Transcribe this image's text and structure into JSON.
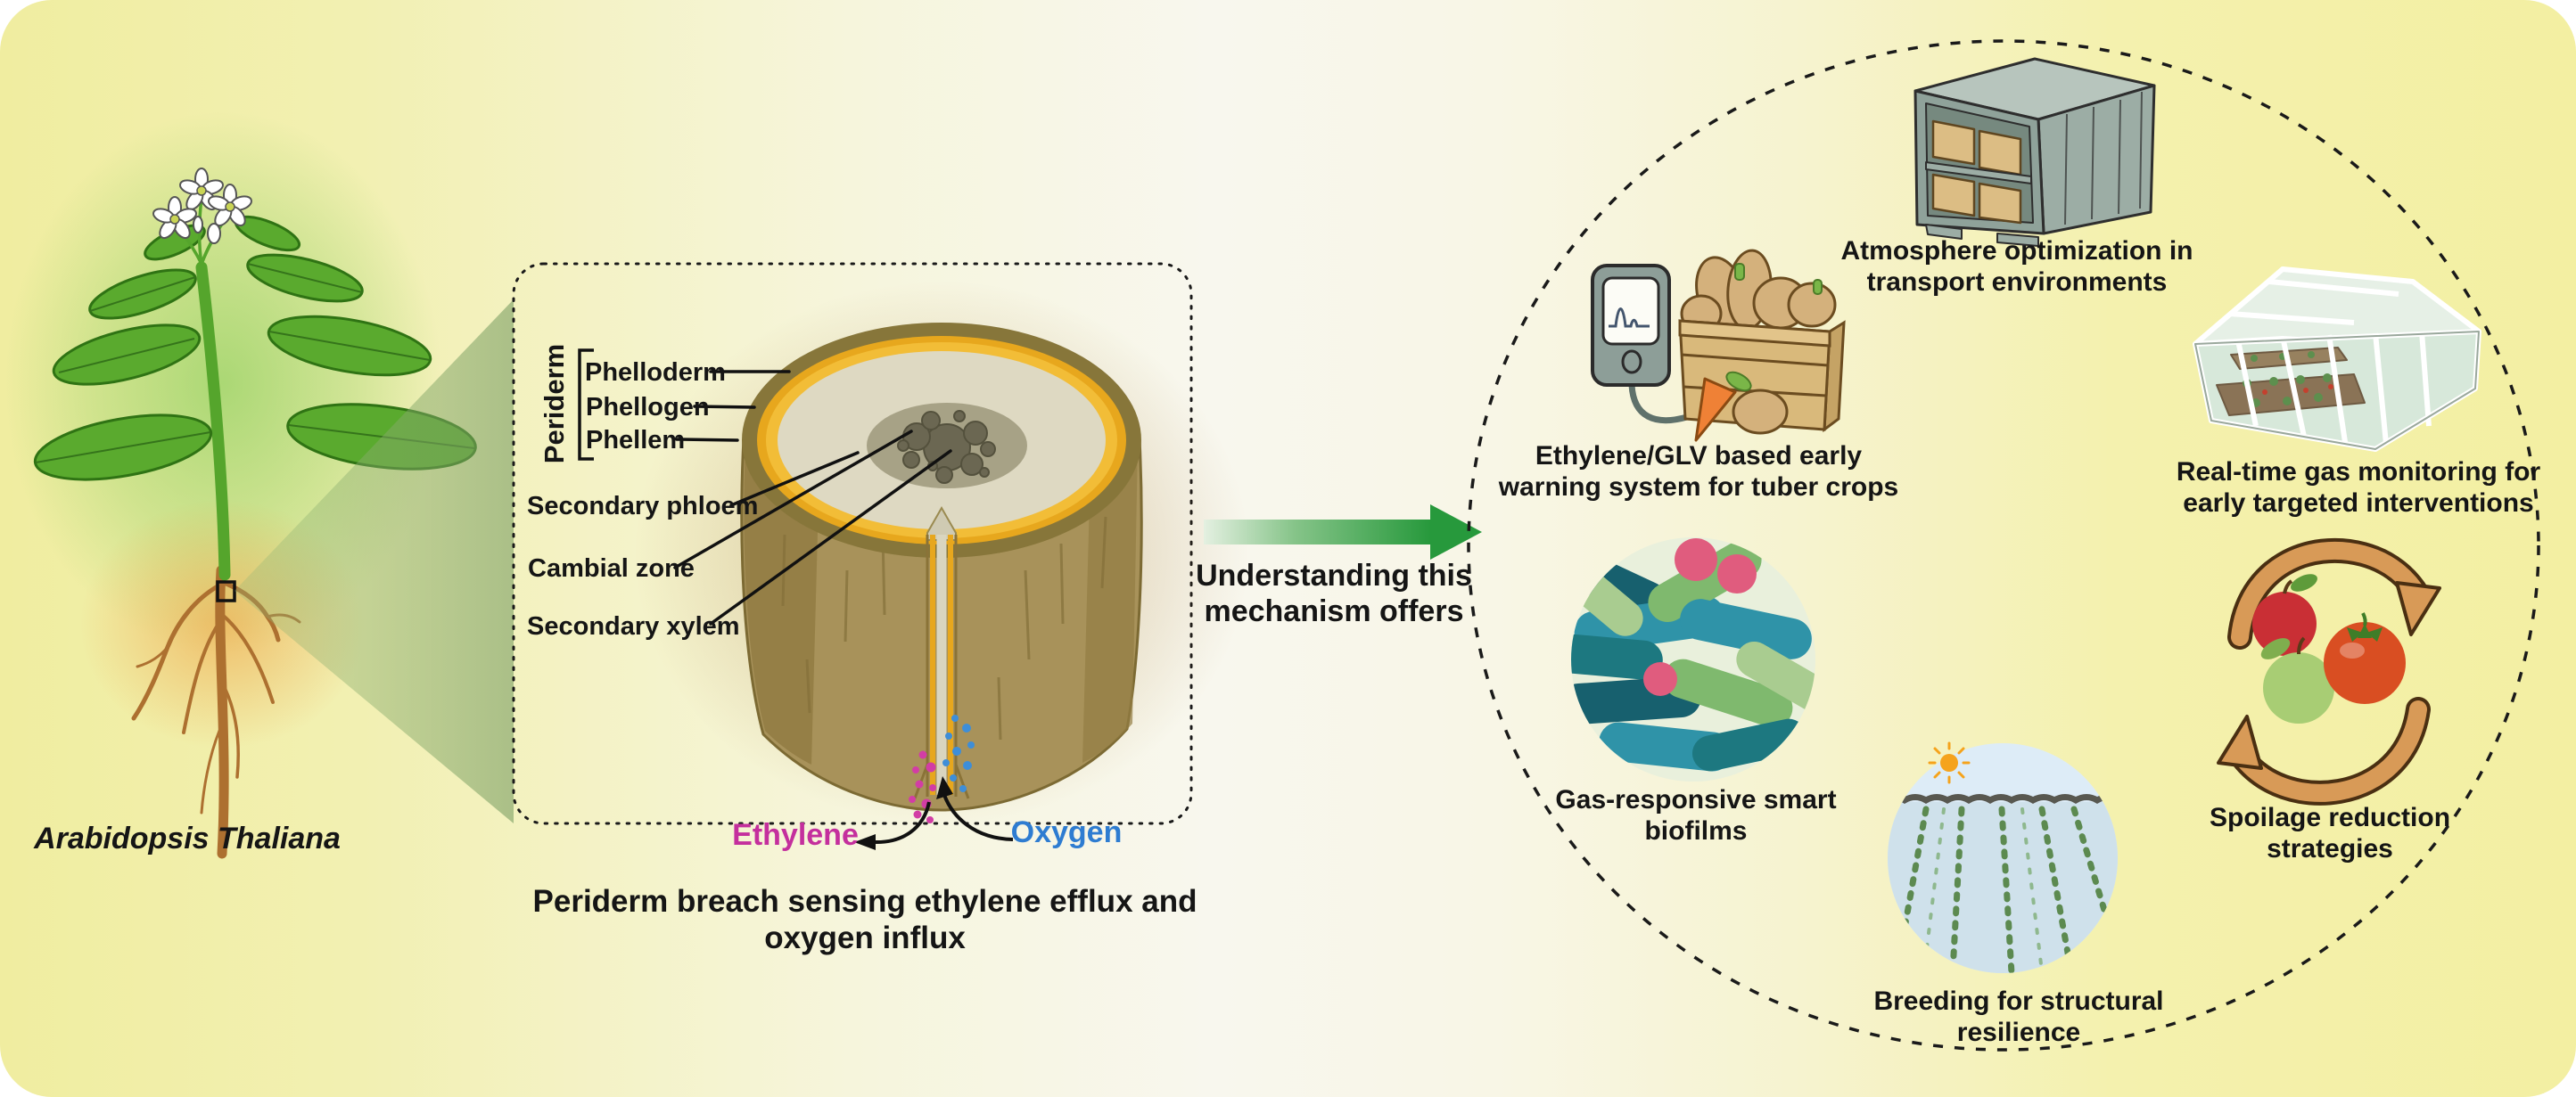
{
  "figure": {
    "left": {
      "species_label": "Arabidopsis Thaliana"
    },
    "inset": {
      "periderm_group_label": "Periderm",
      "layer_labels": [
        "Phelloderm",
        "Phellogen",
        "Phellem"
      ],
      "tissue_labels": [
        "Secondary phloem",
        "Cambial zone",
        "Secondary xylem"
      ],
      "ethylene_label": "Ethylene",
      "oxygen_label": "Oxygen",
      "caption_line1": "Periderm breach sensing ethylene efflux and",
      "caption_line2": "oxygen influx"
    },
    "connector": {
      "line1": "Understanding this",
      "line2": "mechanism offers"
    },
    "applications": [
      {
        "line1": "Atmosphere optimization in",
        "line2": "transport environments"
      },
      {
        "line1": "Ethylene/GLV based early",
        "line2": "warning system for tuber crops"
      },
      {
        "line1": "Real-time gas monitoring for",
        "line2": "early targeted interventions"
      },
      {
        "line1": "Gas-responsive smart",
        "line2": "biofilms"
      },
      {
        "line1": "Breeding for structural",
        "line2": "resilience"
      },
      {
        "line1": "Spoilage reduction",
        "line2": "strategies"
      }
    ],
    "colors": {
      "ethylene": "#c42f9d",
      "oxygen": "#2e7cd1",
      "arrow_green": "#27993c",
      "background_yellow": "#f2efa3"
    }
  }
}
